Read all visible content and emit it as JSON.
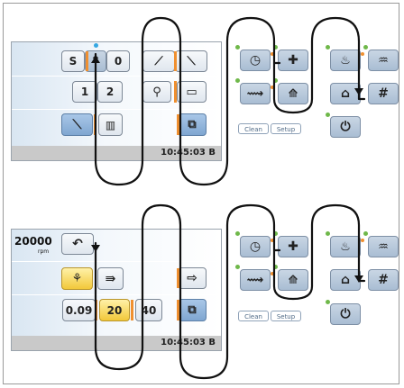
{
  "top_panel": {
    "time": "10:45:03",
    "suffix": "B",
    "buttons": {
      "s": "S",
      "zero": "0",
      "one": "1",
      "two": "2"
    }
  },
  "bottom_panel": {
    "speed_value": "20000",
    "speed_unit": "rpm",
    "time": "10:45:03",
    "suffix": "B",
    "buttons": {
      "v1": "0.09",
      "v2": "20",
      "v3": "40"
    }
  },
  "panel_right": {
    "clean": "Clean",
    "setup": "Setup",
    "hash": "#"
  },
  "icons": {
    "clock": "clock-icon",
    "cross": "plus-cross-icon",
    "tool": "instrument-icon",
    "chair": "chair-icon",
    "window": "window-icon",
    "bell": "bell-icon",
    "power": "power-icon",
    "cup": "cup-icon",
    "spray": "spray-icon",
    "arrow": "arrow-icon"
  }
}
